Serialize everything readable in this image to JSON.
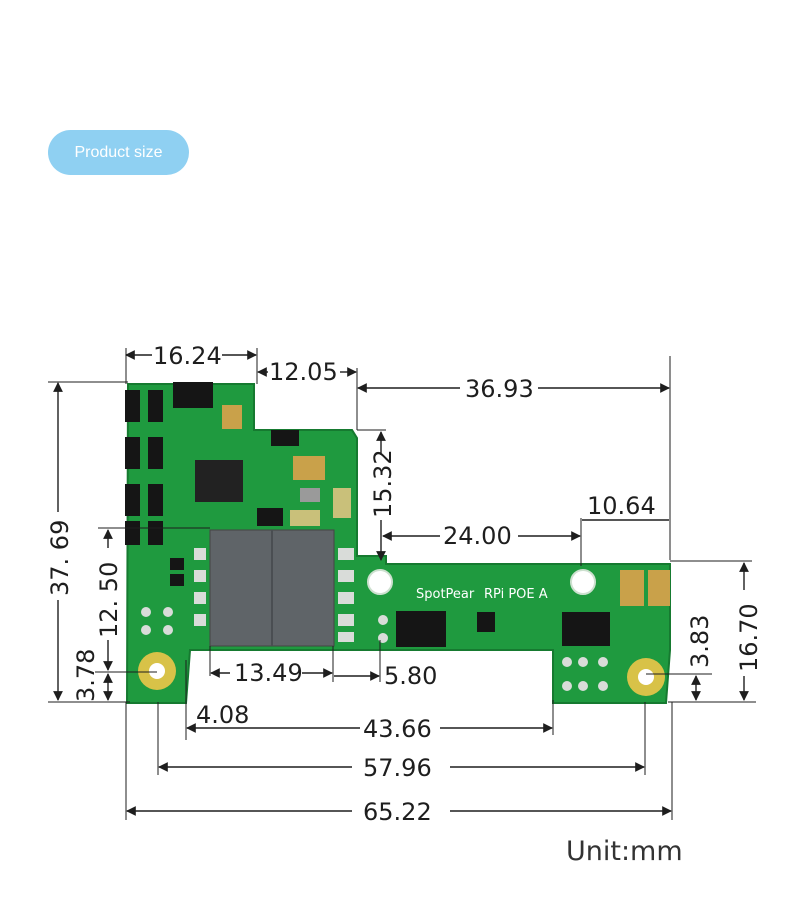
{
  "badge_label": "Product size",
  "unit_label": "Unit:mm",
  "board": {
    "silkscreen_brand": "SpotPear",
    "silkscreen_model": "RPi POE A"
  },
  "dimensions": {
    "d_16_24": "16.24",
    "d_12_05": "12.05",
    "d_36_93": "36.93",
    "d_15_32": "15.32",
    "d_10_64": "10.64",
    "d_24_00": "24.00",
    "d_37_69": "37. 69",
    "d_12_50": "12. 50",
    "d_3_78": "3.78",
    "d_16_70": "16.70",
    "d_3_83": "3.83",
    "d_13_49": "13.49",
    "d_5_80": "5.80",
    "d_4_08": "4.08",
    "d_43_66": "43.66",
    "d_57_96": "57.96",
    "d_65_22": "65.22"
  },
  "colors": {
    "pcb": "#1f9a3f",
    "pcb_edge": "#167a30",
    "pad_gold": "#d8c248",
    "inductor": "#5f6468",
    "line": "#1e1e1e"
  }
}
